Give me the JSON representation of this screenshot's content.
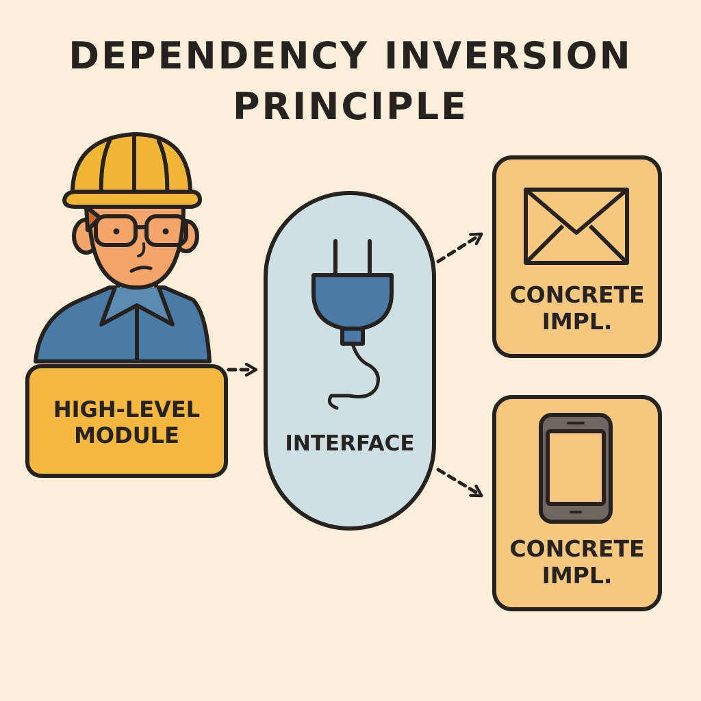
{
  "title": {
    "line1": "DEPENDENCY INVERSION",
    "line2": "PRINCIPLE"
  },
  "high_level_module": {
    "line1": "HIGH-LEVEL",
    "line2": "MODULE",
    "icon": "engineer-icon"
  },
  "interface": {
    "label": "INTERFACE",
    "icon": "plug-icon"
  },
  "implementations": [
    {
      "line1": "CONCRETE",
      "line2": "IMPL.",
      "icon": "envelope-icon"
    },
    {
      "line1": "CONCRETE",
      "line2": "IMPL.",
      "icon": "smartphone-icon"
    }
  ],
  "colors": {
    "background": "#fbefd9",
    "module_box": "#f4b740",
    "interface_capsule": "#cfe0e2",
    "impl_box": "#f6c87f",
    "helmet": "#f2b636",
    "shirt": "#4a7aa6",
    "outline": "#262220"
  }
}
